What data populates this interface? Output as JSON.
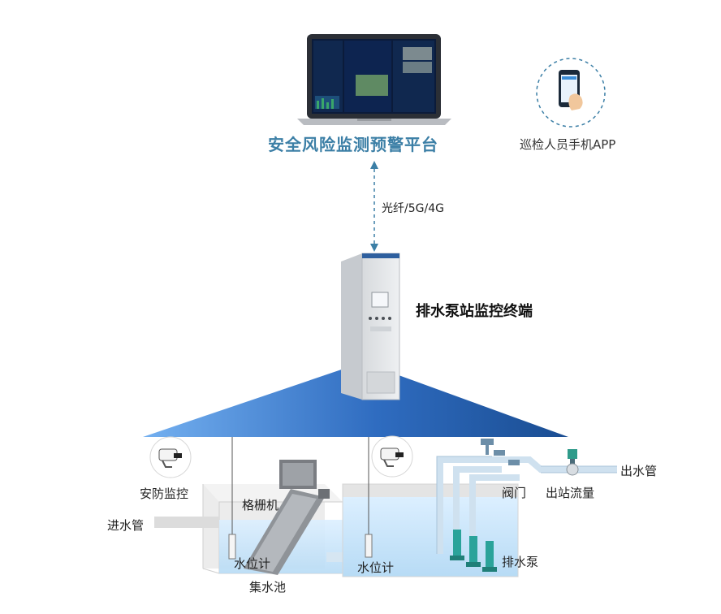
{
  "platform": {
    "title": "安全风险监测预警平台"
  },
  "mobile_app": {
    "label": "巡检人员手机APP"
  },
  "link": {
    "label": "光纤/5G/4G"
  },
  "terminal": {
    "label": "排水泵站监控终端"
  },
  "site_labels": {
    "security": "安防监控",
    "screen": "格栅机",
    "inlet": "进水管",
    "level1": "水位计",
    "pool": "集水池",
    "level2": "水位计",
    "valve": "阀门",
    "flow": "出站流量",
    "outlet": "出水管",
    "pump": "排水泵"
  },
  "colors": {
    "accent": "#3c7fa6",
    "fan_light": "#6aa6ee",
    "fan_dark": "#1f5aa6",
    "water": "#cfe7f8"
  }
}
